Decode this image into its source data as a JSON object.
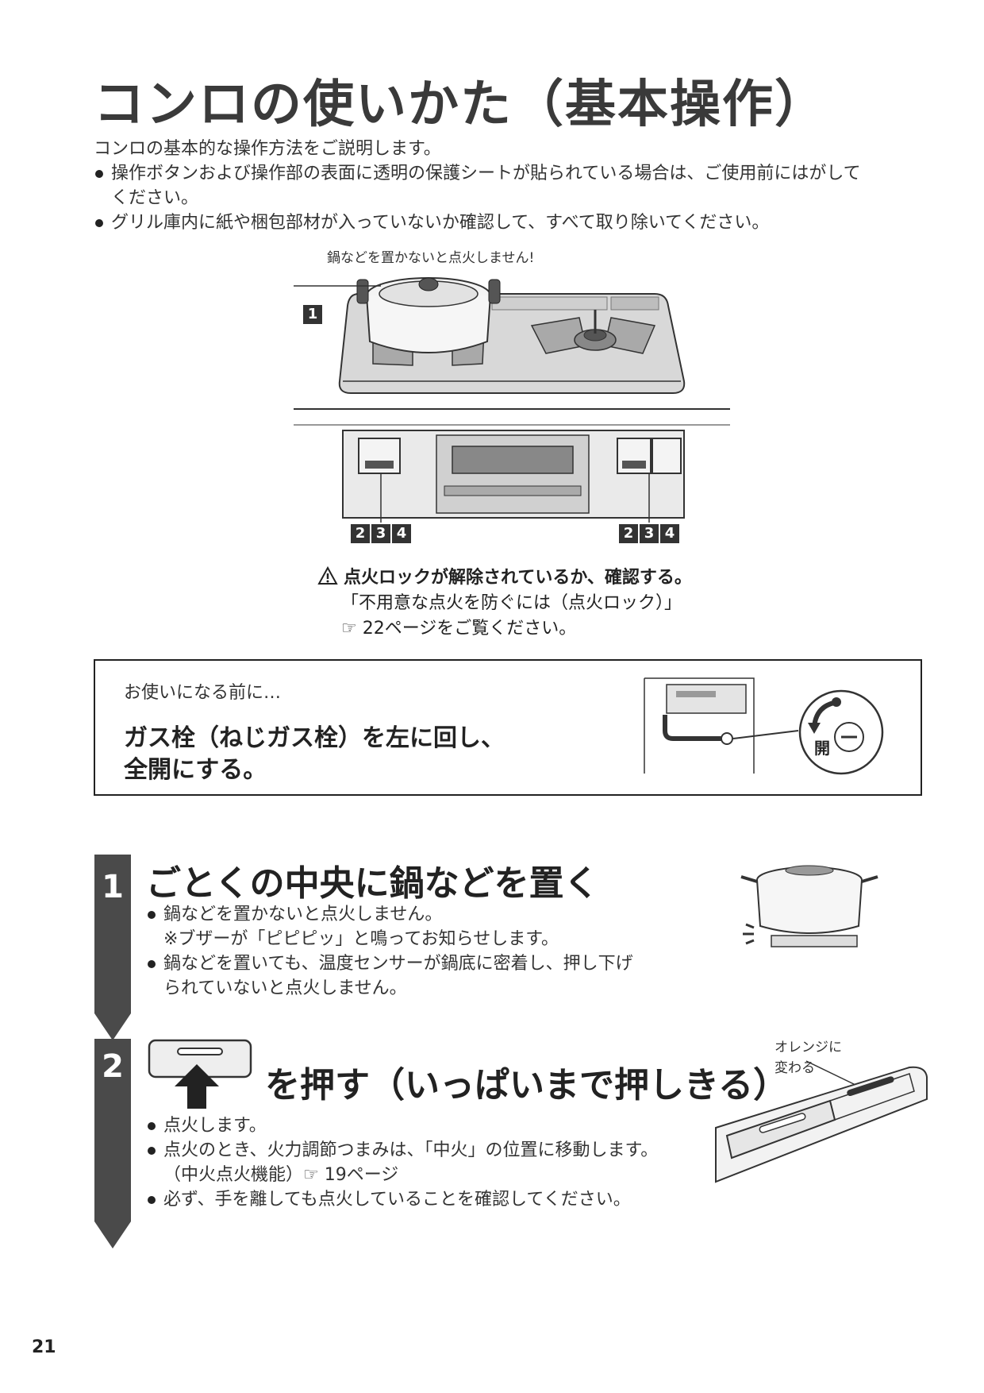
{
  "title": "コンロの使いかた（基本操作）",
  "intro": {
    "lead": "コンロの基本的な操作方法をご説明します。",
    "bullets": [
      "操作ボタンおよび操作部の表面に透明の保護シートが貼られている場合は、ご使用前にはがして",
      "ください。",
      "グリル庫内に紙や梱包部材が入っていないか確認して、すべて取り除いてください。"
    ]
  },
  "illustration": {
    "caption": "鍋などを置かないと点火しません!",
    "badge_1": "1",
    "badges_left": [
      "2",
      "3",
      "4"
    ],
    "badges_right": [
      "2",
      "3",
      "4"
    ]
  },
  "warning": {
    "icon": "warning-triangle-icon",
    "title": "点火ロックが解除されているか、確認する。",
    "line1": "「不用意な点火を防ぐには（点火ロック）」",
    "line2": "☞ 22ページをご覧ください。"
  },
  "before_use": {
    "lead": "お使いになる前に…",
    "line1": "ガス栓（ねじガス栓）を左に回し、",
    "line2": "全開にする。",
    "open_label": "開"
  },
  "step1": {
    "number": "1",
    "heading": "ごとくの中央に鍋などを置く",
    "bullet1": "鍋などを置かないと点火しません。",
    "note1": "※ブザーが「ピピピッ」と鳴ってお知らせします。",
    "bullet2a": "鍋などを置いても、温度センサーが鍋底に密着し、押し下げ",
    "bullet2b": "られていないと点火しません。"
  },
  "step2": {
    "number": "2",
    "heading": "を押す（いっぱいまで押しきる）",
    "bullet1": "点火します。",
    "bullet2": "点火のとき、火力調節つまみは、「中火」の位置に移動します。",
    "note2": "（中火点火機能）☞ 19ページ",
    "bullet3": "必ず、手を離しても点火していることを確認してください。",
    "callout_line1": "オレンジに",
    "callout_line2": "変わる"
  },
  "page_number": "21"
}
